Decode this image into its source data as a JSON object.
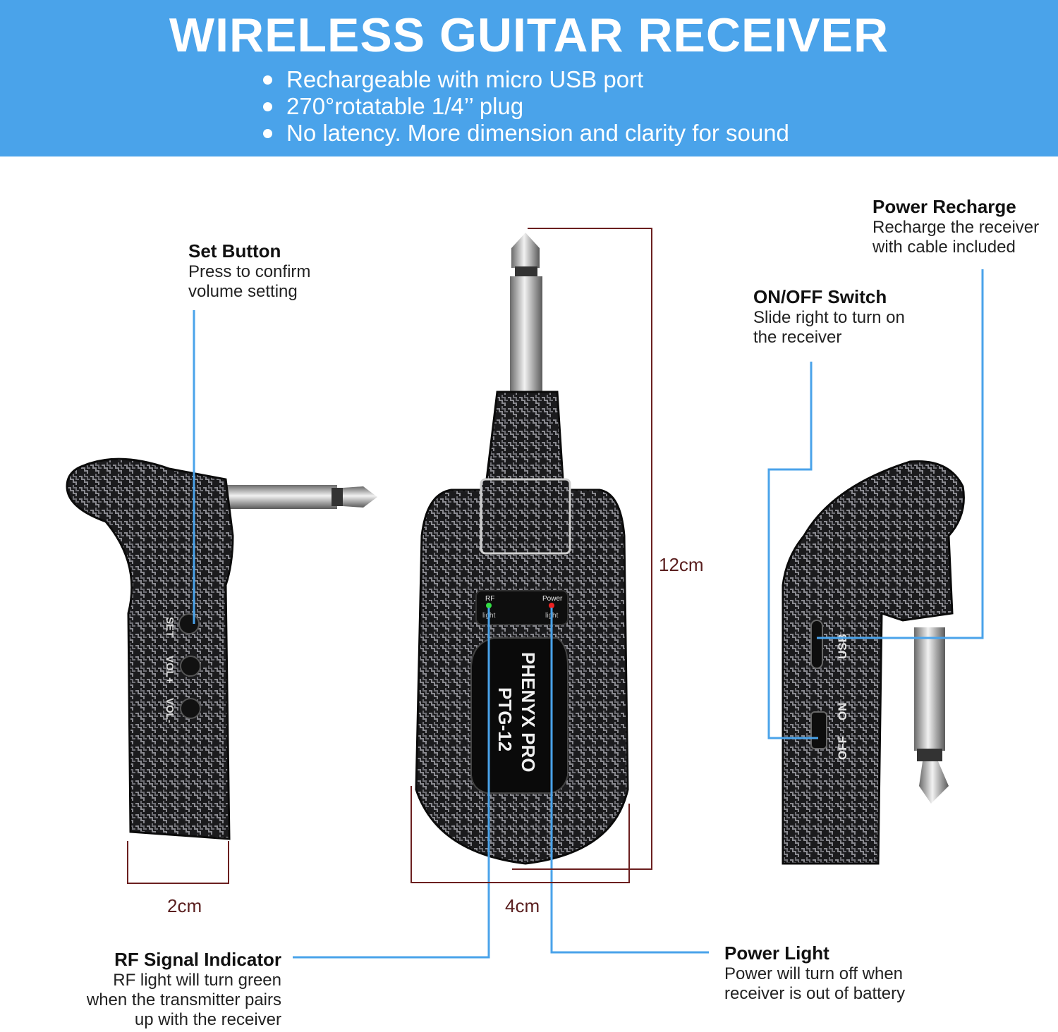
{
  "header": {
    "title": "WIRELESS GUITAR RECEIVER",
    "bullets": [
      "Rechargeable with micro USB port",
      "270°rotatable 1/4’’ plug",
      "No latency. More dimension and clarity for sound"
    ]
  },
  "callouts": {
    "set_button": {
      "title": "Set Button",
      "lines": [
        "Press to confirm",
        "volume setting"
      ]
    },
    "power_recharge": {
      "title": "Power Recharge",
      "lines": [
        "Recharge the receiver",
        "with cable included"
      ]
    },
    "on_off_switch": {
      "title": "ON/OFF Switch",
      "lines": [
        "Slide right to turn on",
        "the receiver"
      ]
    },
    "rf_signal": {
      "title": "RF Signal Indicator",
      "lines": [
        "RF light will turn green",
        "when the transmitter pairs",
        "up with the receiver"
      ]
    },
    "power_light": {
      "title": "Power Light",
      "lines": [
        "Power will turn off when",
        "receiver is out of battery"
      ]
    }
  },
  "dimensions": {
    "height": "12cm",
    "width": "4cm",
    "depth": "2cm"
  },
  "device": {
    "brand": "PHENYX PRO",
    "model": "PTG-12",
    "rf_label": "RF",
    "power_label": "Power",
    "light_label": "light",
    "set_label": "SET",
    "vol_up_label": "VOL+",
    "vol_down_label": "VOL-",
    "usb_label": "USB",
    "on_label": "ON",
    "off_label": "OFF"
  },
  "colors": {
    "banner": "#4aa3ea",
    "callout_line": "#4aa3ea",
    "dimension_line": "#6b1f1f",
    "rf_led": "#33dd44",
    "power_led": "#ee2222"
  }
}
